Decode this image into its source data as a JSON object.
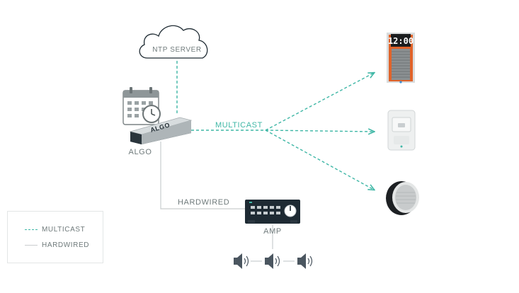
{
  "labels": {
    "ntp_server": "NTP SERVER",
    "multicast": "MULTICAST",
    "algo_caption": "ALGO",
    "algo_device_text": "ALGO",
    "hardwired": "HARDWIRED",
    "amp": "AMP",
    "clock_display": "12:00"
  },
  "legend": {
    "multicast": "MULTICAST",
    "hardwired": "HARDWIRED"
  },
  "colors": {
    "multicast_line": "#3fb7a6",
    "hardwired_line": "#c9cdce",
    "label_text": "#6f7a7b",
    "device_dark": "#1e2a33",
    "speaker_orange": "#e0632a"
  },
  "icons": [
    "cloud-icon",
    "calendar-icon",
    "clock-icon",
    "algo-device-icon",
    "speaker-clock-icon",
    "strobe-icon",
    "ceiling-speaker-icon",
    "amplifier-icon",
    "speaker-icon"
  ]
}
